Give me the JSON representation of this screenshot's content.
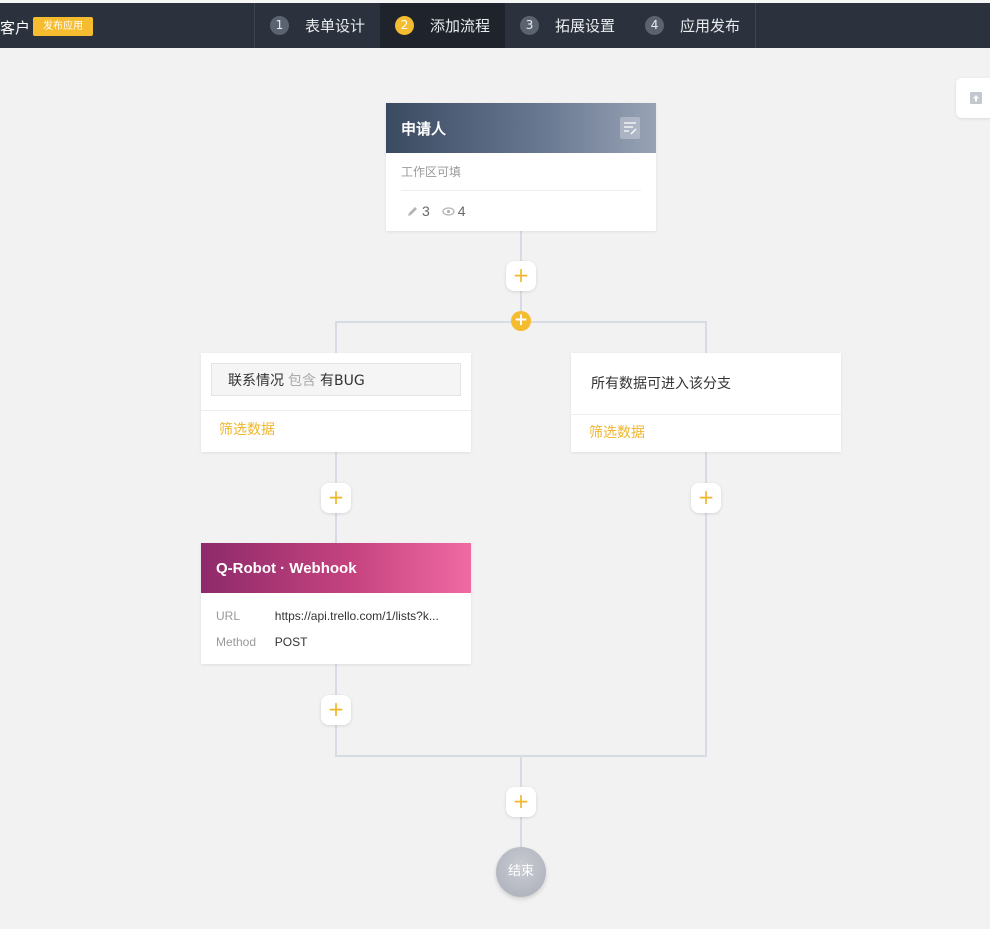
{
  "header": {
    "app_name": "客户",
    "publish_badge": "发布应用",
    "steps": [
      {
        "num": "1",
        "label": "表单设计"
      },
      {
        "num": "2",
        "label": "添加流程"
      },
      {
        "num": "3",
        "label": "拓展设置"
      },
      {
        "num": "4",
        "label": "应用发布"
      }
    ],
    "active_step": 2
  },
  "flow": {
    "applicant": {
      "title": "申请人",
      "desc": "工作区可填",
      "edit_count": "3",
      "view_count": "4"
    },
    "branch_left": {
      "field": "联系情况",
      "operator": "包含",
      "value": "有BUG",
      "filter_label": "筛选数据"
    },
    "branch_right": {
      "text": "所有数据可进入该分支",
      "filter_label": "筛选数据"
    },
    "webhook": {
      "title": "Q-Robot · Webhook",
      "url_label": "URL",
      "url_value": "https://api.trello.com/1/lists?k...",
      "method_label": "Method",
      "method_value": "POST"
    },
    "add_symbol": "+",
    "end_label": "结束"
  },
  "colors": {
    "topbar": "#2b323d",
    "accent": "#f5bc2f",
    "canvas": "#f2f2f2"
  }
}
